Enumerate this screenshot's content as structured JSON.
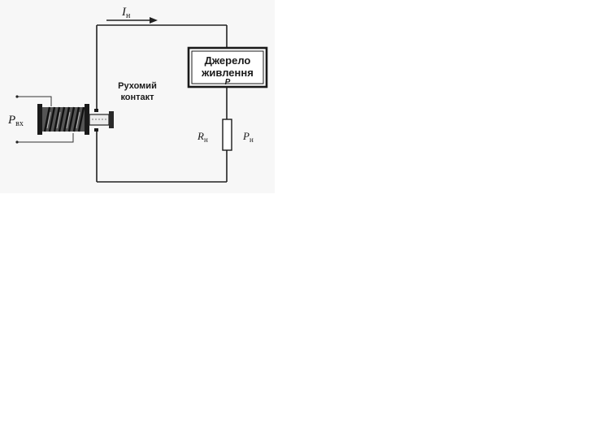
{
  "current_label": {
    "main": "I",
    "sub": "н"
  },
  "power_source": {
    "line1": "Джерело",
    "line2": "живлення",
    "line3": "P"
  },
  "moving_contact": {
    "line1": "Рухомий",
    "line2": "контакт"
  },
  "resistor_label": {
    "main": "R",
    "sub": "н"
  },
  "load_power_label": {
    "main": "P",
    "sub": "н"
  },
  "input_power_label": {
    "main": "P",
    "sub": "вх"
  }
}
